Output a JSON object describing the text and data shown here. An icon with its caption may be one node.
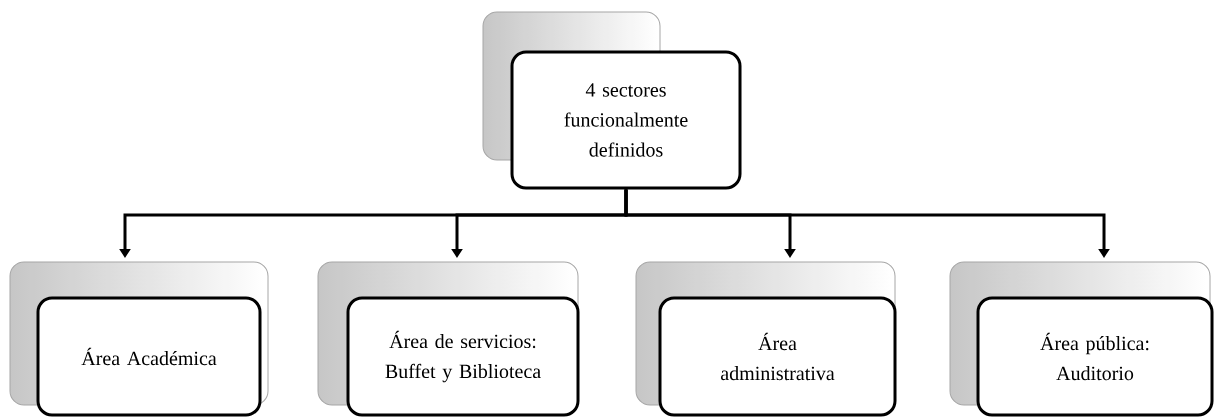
{
  "diagram": {
    "nodes": [
      {
        "text": [
          "4 sectores funcionalmente definidos"
        ]
      },
      {
        "text": [
          "Área Académica"
        ]
      },
      {
        "text": [
          "Área de servicios: Buffet y Biblioteca"
        ]
      },
      {
        "text": [
          "Área administrativa"
        ]
      },
      {
        "text": [
          "Área pública: Auditorio"
        ]
      }
    ],
    "edges": [
      {
        "from": 0,
        "to": 1,
        "arrow": "to"
      },
      {
        "from": 0,
        "to": 2,
        "arrow": "to"
      },
      {
        "from": 0,
        "to": 3,
        "arrow": "to"
      },
      {
        "from": 0,
        "to": 4,
        "arrow": "to"
      }
    ]
  }
}
